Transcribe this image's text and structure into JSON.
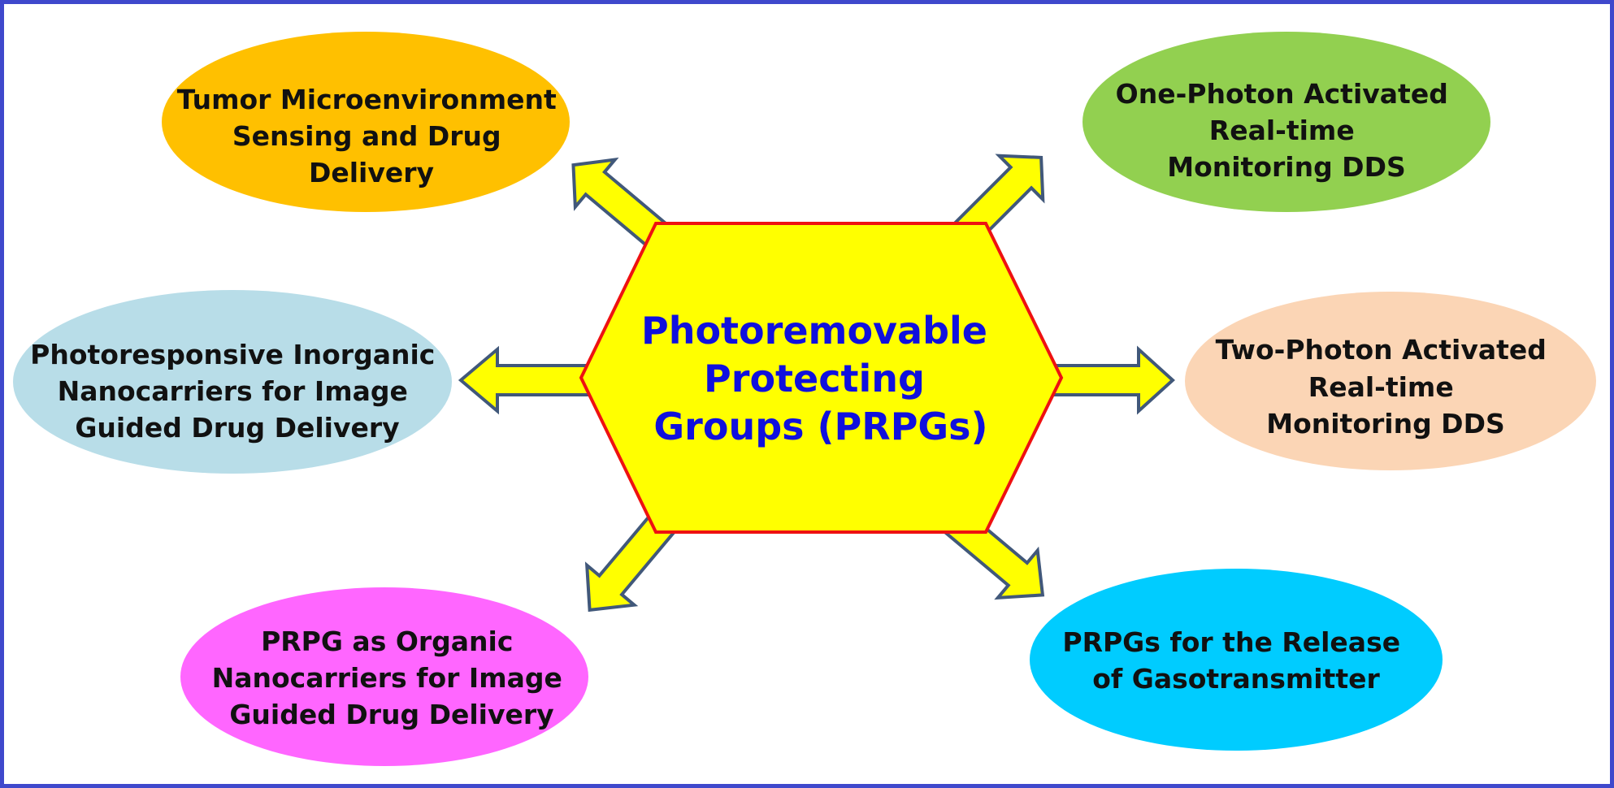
{
  "colors": {
    "frame": "#3f48cc",
    "hexagon_fill": "#ffff00",
    "hexagon_stroke": "#ee1111",
    "center_text": "#1010dd",
    "arrow_fill": "#ffff00",
    "arrow_stroke": "#41587a"
  },
  "center": {
    "lines": [
      "Photoremovable",
      "Protecting",
      "Groups (PRPGs)"
    ]
  },
  "nodes": {
    "tumor": {
      "fill": "#ffc000",
      "lines": [
        "Tumor Microenvironment",
        "Sensing and Drug",
        "Delivery"
      ]
    },
    "one_photon": {
      "fill": "#92d050",
      "lines": [
        "One-Photon Activated",
        "Real-time",
        "Monitoring DDS"
      ]
    },
    "inorganic": {
      "fill": "#b8dde8",
      "lines": [
        "Photoresponsive Inorganic",
        "Nanocarriers for Image",
        "Guided Drug Delivery"
      ]
    },
    "two_photon": {
      "fill": "#fbd5b5",
      "lines": [
        "Two-Photon Activated",
        "Real-time",
        "Monitoring DDS"
      ]
    },
    "organic": {
      "fill": "#ff66ff",
      "lines": [
        "PRPG as Organic",
        "Nanocarriers for Image",
        "Guided Drug Delivery"
      ]
    },
    "gasotransmitter": {
      "fill": "#00ccff",
      "lines": [
        "PRPGs for the Release",
        "of Gasotransmitter"
      ]
    }
  }
}
